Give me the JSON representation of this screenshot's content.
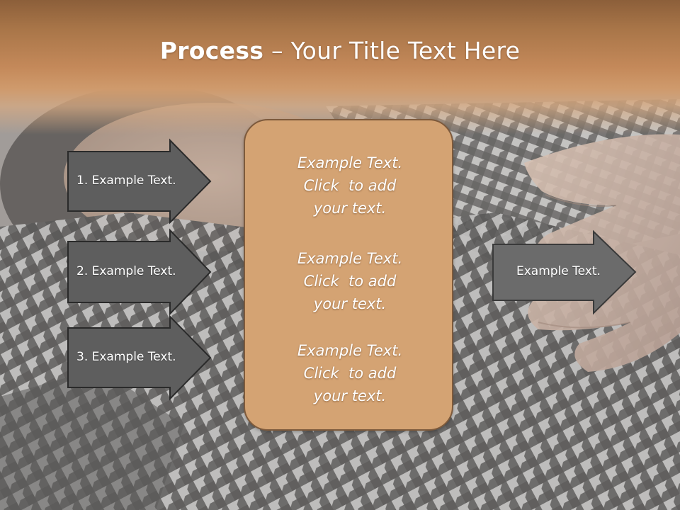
{
  "title": {
    "bold": "Process",
    "rest": " – Your Title Text Here"
  },
  "left_arrows": [
    {
      "label": "1. Example Text."
    },
    {
      "label": "2. Example Text."
    },
    {
      "label": "3. Example Text."
    }
  ],
  "center_box": {
    "paragraphs": [
      {
        "lines": [
          "Example Text.",
          "Click  to add",
          "your text."
        ]
      },
      {
        "lines": [
          "Example Text.",
          "Click  to add",
          "your text."
        ]
      },
      {
        "lines": [
          "Example Text.",
          "Click  to add",
          "your text."
        ]
      }
    ]
  },
  "right_arrow": {
    "label": "Example Text."
  },
  "colors": {
    "title_band": "#c4895a",
    "center_box_fill": "#d4a373",
    "center_box_border": "#7d5a3c",
    "arrow_fill": "#5e5e5e",
    "arrow_stroke": "#2a2a2a",
    "right_arrow_fill": "#6b6b6b",
    "right_arrow_stroke": "#3a3a3a"
  }
}
